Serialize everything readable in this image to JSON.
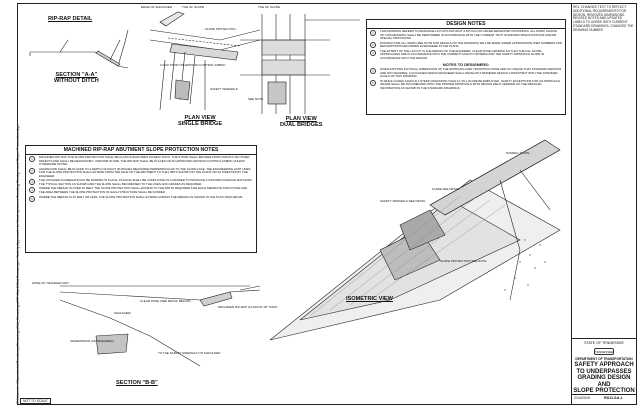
{
  "sidebar": {
    "path": "C:\\Users\\...\\Standards\\Roadway\\Drawings\\Std_Drawings\\RP-SA-2\\Std Drawings - Safety Approach to Underpasses Grading Design and Slope Protection.dgn"
  },
  "views": {
    "riprap_detail": "RIP-RAP DETAIL",
    "section_aa": [
      "SECTION \"A-A\"",
      "WITHOUT DITCH"
    ],
    "plan_single": [
      "PLAN VIEW",
      "SINGLE BRIDGE"
    ],
    "plan_dual": [
      "PLAN VIEW",
      "DUAL BRIDGES"
    ],
    "isometric": "ISOMETRIC VIEW",
    "section_bb": "SECTION \"B-B\""
  },
  "labels": {
    "edge_of_shoulder": "EDGE OF SHOULDER",
    "toe_of_slope": "TOE OF SLOPE",
    "slope_protection": "SLOPE PROTECTION",
    "toe_of_slope_2": "TOE OF SLOPE",
    "safety_sidewalk": "SAFETY SIDEWALK",
    "erosion_control": "2 DOZ STRIP OR EROSION CONTROL FABRIC",
    "see_note": "SEE NOTE",
    "flare_see_detail": "FLARE SEE DETAIL",
    "normal_slope": "NORMAL SLOPE",
    "slope_protection_2": "SLOPE PROTECTION SEE NOTE",
    "safety_sidewalk_2": "SAFETY SIDEWALK SEE DETAIL",
    "zone_of_traveled_way": "ZONE OF TRAVELED WAY",
    "shoulder": "SHOULDER",
    "clear_zone": "CLEAR ZONE (SEE DETAIL BELOW)",
    "machined_riprap": "MACHINED RIP-RAP (CLASS B) 18\" THICK",
    "underdrain": "UNDERDRAIN (AS REQUIRED)",
    "to_safety_sidewalk": "TO THE SAFETY SIDEWALK ON SHOULDER",
    "notes_label": "NOTES TO DESIGNERS:"
  },
  "design_notes": {
    "title": "DESIGN NOTES",
    "items": [
      "THIS DRAWING REFERS TO DRAINAGE LAYOUTS WITHOUT A DITCH FOR GRADE SEPARATED CROSSINGS. ALL WORK SHOWN ON THIS DRAWING SHALL BE PERFORMED IN ACCORDANCE WITH THE CURRENT TDOT STANDARD SPECIFICATIONS AND/OR SPECIAL PROVISIONS.",
      "PATHWAY FOR ALL ITEMS (SEE NOTE FOR DETAILS ON THE DRAWING) WILL BE MADE UNDER APPROPRIATE ITEM NUMBERS AND DESCRIPTIONS RECORDED ELSEWHERE IN THE PLANS.",
      "THE EXTENT OF THE LAYOUT IS THE DESIGN OF THE ENGINEER. CLEAR ZONE GRADING SO THAT THE FILL SLOPE APPROACHES ARE IN ACCORDANCE WITH THE CURRENT AASHTO CRITERIA AND THE SAFETY APPROACH SLOPE IN ACCORDANCE WITH THE DESIGN.",
      "WHEN EXISTING PHYSICAL DIMENSIONS OF THE APPROACH AND TRANSITION ZONE ARE SO UNIQUE THAT STANDARD DESIGNS ARE NOT FEASIBLE, A QUALIFIED DESIGN ENGINEER SHALL DEVELOP A MODIFIED DESIGN CONSISTENT WITH THE INTENDED GOALS OF THIS DRAWING.",
      "IN WHICH CASES SHOULD A STEEP GRADATION THAN 3:1 FILL SLOPE BE EMPLOYED, SAFETY EXCEPTIONS FOR AN APPROACH GRADE SHALL BE DOCUMENTED WITH THE PROPER APPROVALS WITH DESIGN FIELD VERIFIED ON THE DETAILED INFORMATION AS SHOWN IN THE STANDARD DRAWINGS."
    ]
  },
  "riprap_notes": {
    "title": "MACHINED RIP-RAP ABUTMENT SLOPE PROTECTION NOTES",
    "items": [
      "MACHINED RIP-RAP FOR SLOPE PROTECTION SHALL BE CLASS B (EIGHTEEN INCHES) THICK. THE STONE SHALL BE FREE FROM CRACKS OR OTHER DEFECTS AND SHALL BE REASONABLY UNIFORM IN SIZE. THE RIP-RAP SHALL BE PLACED ON AN APPROVED EROSION CONTROL FABRIC UNLESS OTHERWISE NOTED.",
      "AGGREGATE SHALL BE PLACED TO A DEPTH OF EIGHT (8) INCHES MEASURED PERPENDICULAR TO THE SLOPE FACE. THE ENGINEERING LIMIT LINES FOR THE SLOPE PROTECTION SHALL EXTEND FROM THE FACE OF THE ABUTMENT TO THE LIMITS SHOWN ON THE PLANS OR AS DIRECTED BY THE ENGINEER.",
      "THE CRUSHED AGGREGATE MAY BE DUMPED IN PLACE. PLACING SHALL BE CONDUCTED IN A MANNER TO PRODUCE A UNIFORM SURFACE MATCHING THE TYPICAL SECTION AS SHOWN AND THE SLOPE SHALL BE DRESSED TO THE LINES AND GRADES AS REQUIRED.",
      "WHERE THE MEDIAN IS OVER 40 FEET, THE SLOPE PROTECTION SHALL EXTEND TO THE WIDTH REQUIRED FOR EACH SEPARATE STRUCTURE AND THE AREA BETWEEN THE SLOPE PROTECTION OF EACH STRUCTURE SHALL BE SODDED.",
      "WHERE THE MEDIAN IS 40 FEET OR LESS, THE SLOPE PROTECTION SHALL EXTEND ACROSS THE MEDIAN AS SHOWN IN THE PLAN VIEW ABOVE."
    ]
  },
  "title_block": {
    "revision_note": "REV. CHANGED TEXT TO REFLECT ADDITIONAL REQUIREMENTS FOR DESIGN. REMOVED DIMENSIONS. REVISED NOTES AND UPDATED LABELS TO AGREE WITH CURRENT STANDARD DRAWINGS. CHANGED THE DRAWING NUMBER.",
    "state": "STATE OF TENNESSEE",
    "logo": "TENNESSEE",
    "dept": "DEPARTMENT OF TRANSPORTATION",
    "title_lines": [
      "SAFETY APPROACH",
      "TO UNDERPASSES",
      "GRADING DESIGN",
      "AND",
      "SLOPE PROTECTION"
    ],
    "date": "2/14/2019",
    "drawing_no": "RD11-SA-1"
  },
  "not_to_scale": "NOT TO SCALE"
}
